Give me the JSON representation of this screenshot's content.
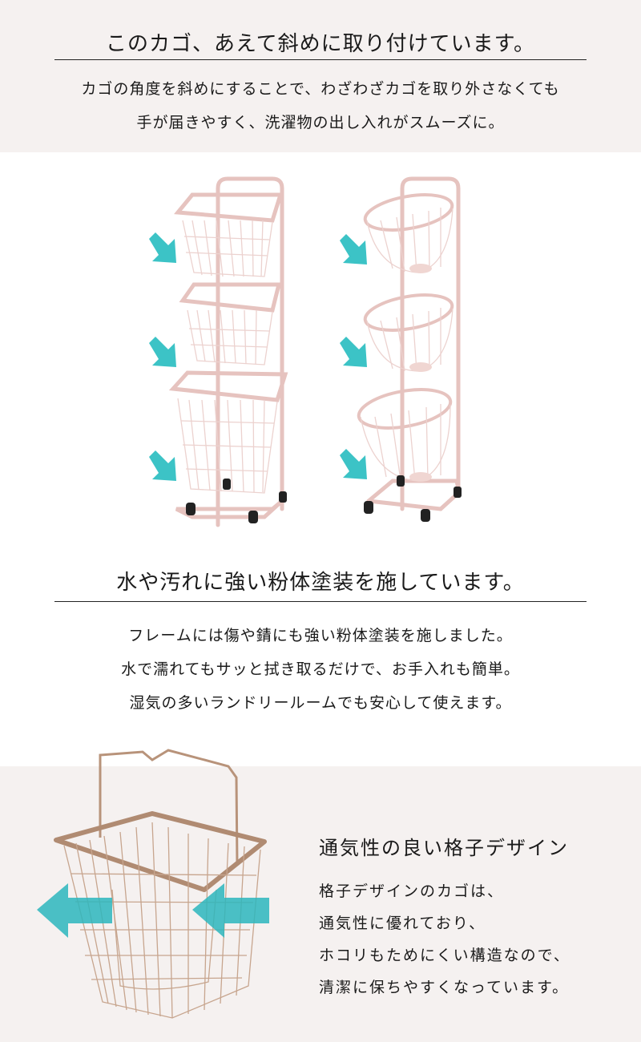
{
  "section1": {
    "title": "このカゴ、あえて斜めに取り付けています。",
    "lines": [
      "カゴの角度を斜めにすることで、わざわざカゴを取り外さなくても",
      "手が届きやすく、洗濯物の出し入れがスムーズに。"
    ]
  },
  "images": {
    "rack_square": "square-basket-rack",
    "rack_round": "round-basket-rack",
    "single_basket": "wire-basket-with-handle"
  },
  "section2": {
    "title": "水や汚れに強い粉体塗装を施しています。",
    "lines": [
      "フレームには傷や錆にも強い粉体塗装を施しました。",
      "水で濡れてもサッと拭き取るだけで、お手入れも簡単。",
      "湿気の多いランドリールームでも安心して使えます。"
    ]
  },
  "section3": {
    "title": "通気性の良い格子デザイン",
    "lines": [
      "格子デザインのカゴは、",
      "通気性に優れており、",
      "ホコリもためにくい構造なので、",
      "清潔に保ちやすくなっています。"
    ]
  },
  "colors": {
    "band_bg": "#f5f1f0",
    "arrow": "#3cc3c6",
    "frame_pink": "#e8c4c0",
    "basket_bronze": "#b88f74"
  }
}
